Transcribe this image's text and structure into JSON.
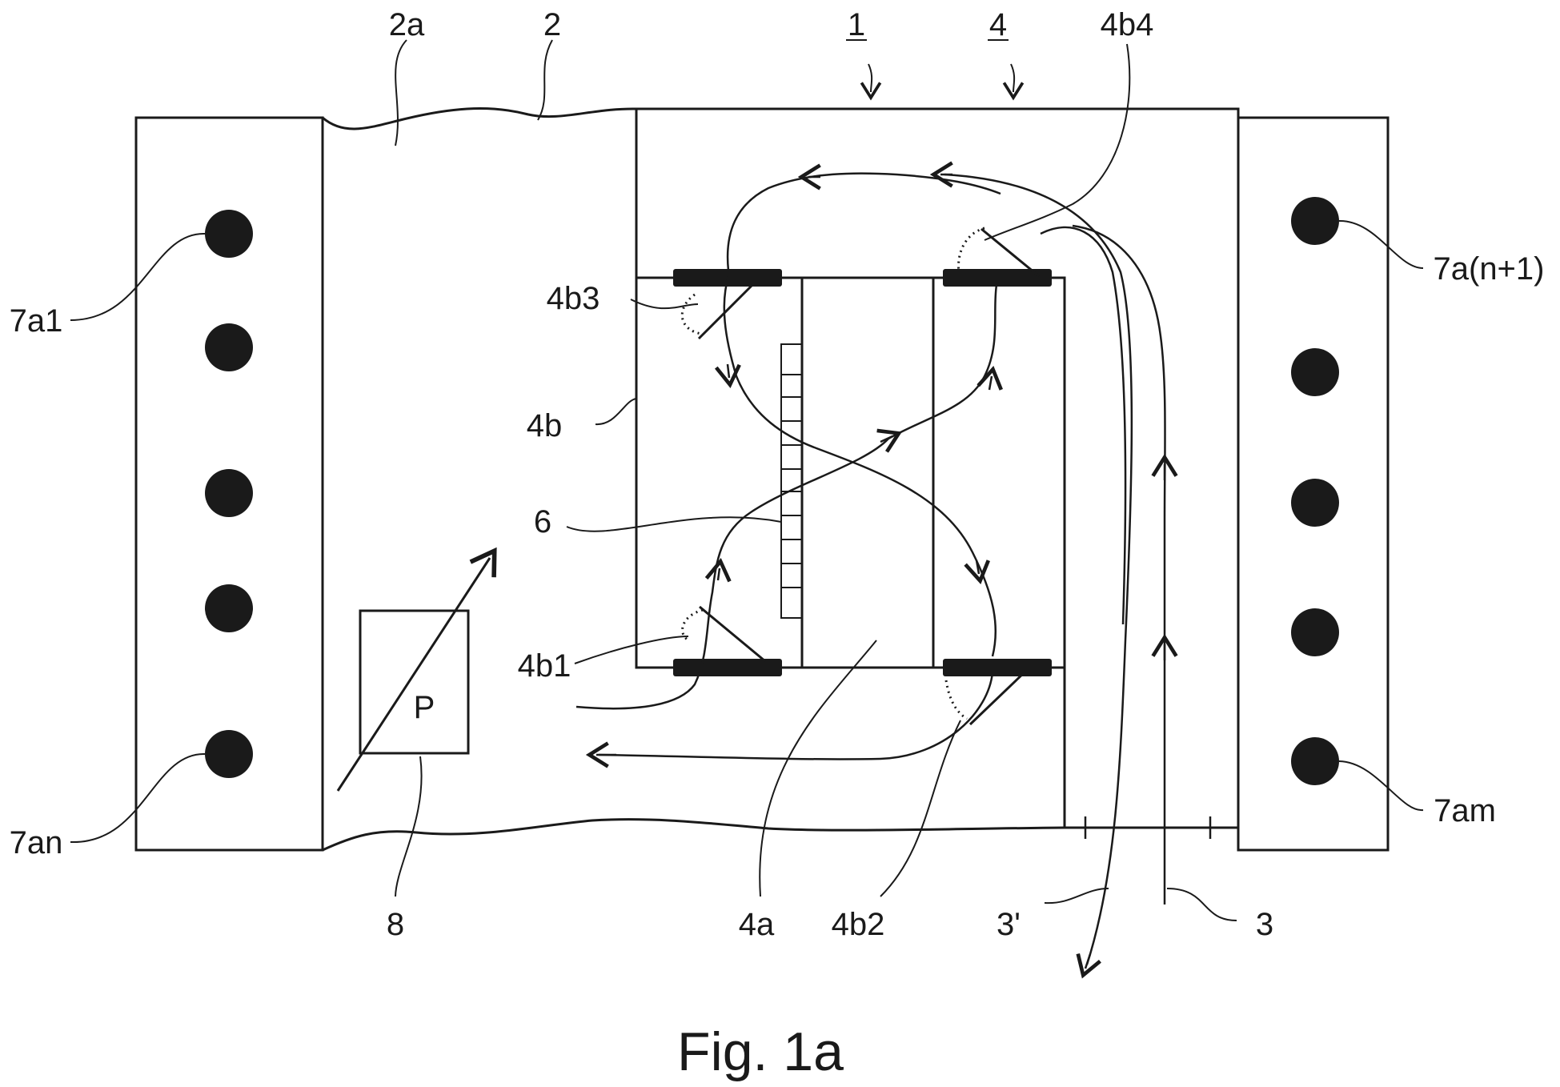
{
  "colors": {
    "ink": "#1a1a1a",
    "paper": "#ffffff",
    "hatch": "#e0e0e0"
  },
  "figure": {
    "caption": "Fig. 1a"
  },
  "labels": {
    "l1": "1",
    "l2": "2",
    "l2a": "2a",
    "l3": "3",
    "l3p": "3'",
    "l4": "4",
    "l4a": "4a",
    "l4b": "4b",
    "l4b1": "4b1",
    "l4b2": "4b2",
    "l4b3": "4b3",
    "l4b4": "4b4",
    "l6": "6",
    "l8": "8",
    "p": "P",
    "l7a1": "7a1",
    "l7an": "7an",
    "l7am": "7am",
    "l7an1": "7a(n+1)"
  }
}
